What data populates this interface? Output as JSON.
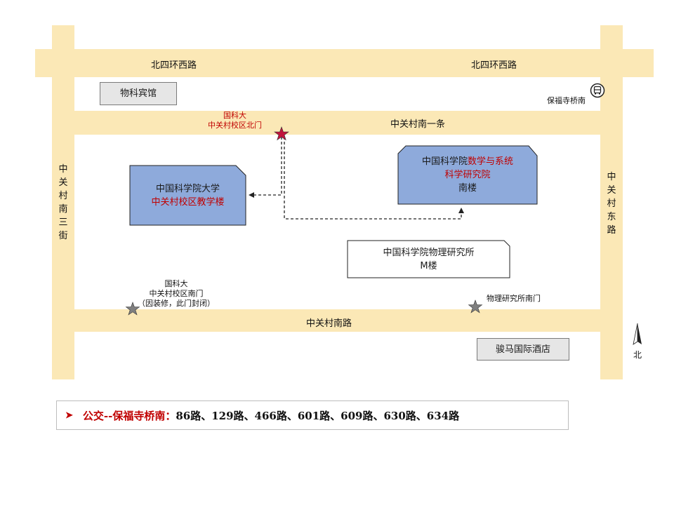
{
  "roads": {
    "north": {
      "labels": [
        "北四环西路",
        "北四环西路"
      ]
    },
    "middle": {
      "label": "中关村南一条"
    },
    "south": {
      "label": "中关村南路"
    },
    "west": {
      "label": "中关村南三街"
    },
    "east": {
      "label": "中关村东路"
    }
  },
  "places": {
    "hotel_wuke": "物科宾馆",
    "bus_stop": "保福寺桥南",
    "north_gate": [
      "国科大",
      "中关村校区北门"
    ],
    "teaching_building": {
      "line1": "中国科学院大学",
      "line2": "中关村校区教学楼"
    },
    "math_institute": {
      "line1_black": "中国科学院",
      "line1_red": "数学与系统",
      "line2": "科学研究院",
      "line3": "南楼"
    },
    "physics_institute": {
      "line1": "中国科学院物理研究所",
      "line2": "M楼"
    },
    "south_gate": [
      "国科大",
      "中关村校区南门",
      "（因装修，此门封闭）"
    ],
    "physics_south_gate": "物理研究所南门",
    "junma_hotel": "骏马国际酒店"
  },
  "compass": {
    "label": "北"
  },
  "transit": {
    "label": "公交--保福寺桥南：",
    "routes": "86路、129路、466路、601路、609路、630路、634路"
  },
  "colors": {
    "road": "#fbe8b6",
    "building_blue": "#8eaadb",
    "highlight_red": "#c00000",
    "gray_box": "#e6e6e6"
  },
  "icons": {
    "north_gate": "red-star-icon",
    "south_gates": "gray-star-icon",
    "bus": "bus-icon",
    "compass": "north-arrow-icon",
    "bullet": "arrow-bullet-icon"
  }
}
